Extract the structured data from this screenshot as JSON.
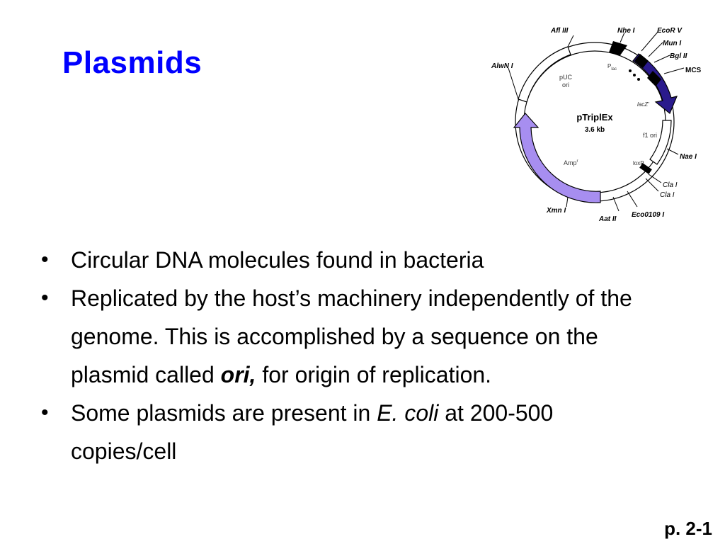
{
  "slide": {
    "title": "Plasmids",
    "page_number": "p. 2-1"
  },
  "bullets": [
    {
      "text": "Circular DNA molecules found in bacteria"
    },
    {
      "text_before": "Replicated by the host’s machinery independently of the genome. This is accomplished by a sequence on the plasmid called ",
      "emphasis": "ori,",
      "text_after": " for origin of replication."
    },
    {
      "text_before": "Some plasmids are present in ",
      "emphasis": "E. coli",
      "text_after": " at 200-500 copies/cell"
    }
  ],
  "plasmid_map": {
    "name": "pTriplEx",
    "size": "3.6 kb",
    "features": {
      "puc_ori": "pUC",
      "puc_ori_2": "ori",
      "amp": "Amp",
      "amp_sup": "r",
      "plac": "P",
      "plac_sub": "lac",
      "lacz": "lacZ'",
      "f1_ori": "f1 ori",
      "loxp": "loxP",
      "mcs": "MCS"
    },
    "sites": {
      "afl": "Afl III",
      "alwn": "AlwN I",
      "nhe": "Nhe I",
      "ecorv": "EcoR V",
      "mun": "Mun I",
      "bgl": "Bgl II",
      "nae": "Nae I",
      "cla1": "Cla I",
      "cla2": "Cla I",
      "eco0109": "Eco0109 I",
      "aat": "Aat II",
      "xmn": "Xmn I"
    },
    "colors": {
      "amp_arrow": "#a78ef0",
      "lacz_arrow": "#2a1a8c",
      "mcs_block": "#000000"
    }
  }
}
